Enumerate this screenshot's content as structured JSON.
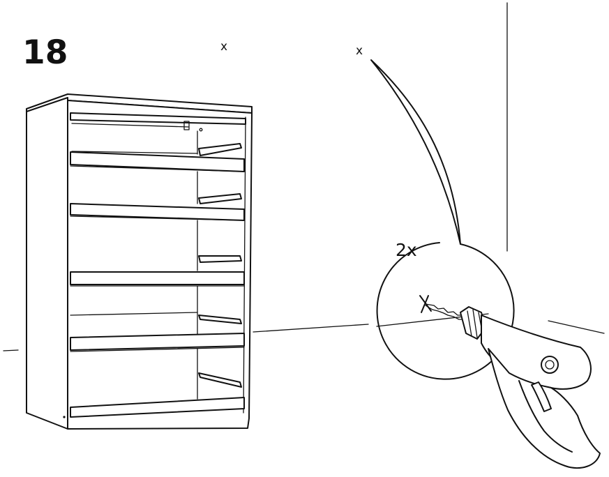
{
  "step": {
    "number": "18"
  },
  "marks": {
    "wall_mark_left": "x",
    "wall_mark_right": "x"
  },
  "callout": {
    "quantity": "2x"
  },
  "icons": [
    "dresser-illustration",
    "wall-corner",
    "detail-circle",
    "drill-icon",
    "drill-point-icon"
  ],
  "colors": {
    "ink": "#111111",
    "background": "#ffffff"
  }
}
